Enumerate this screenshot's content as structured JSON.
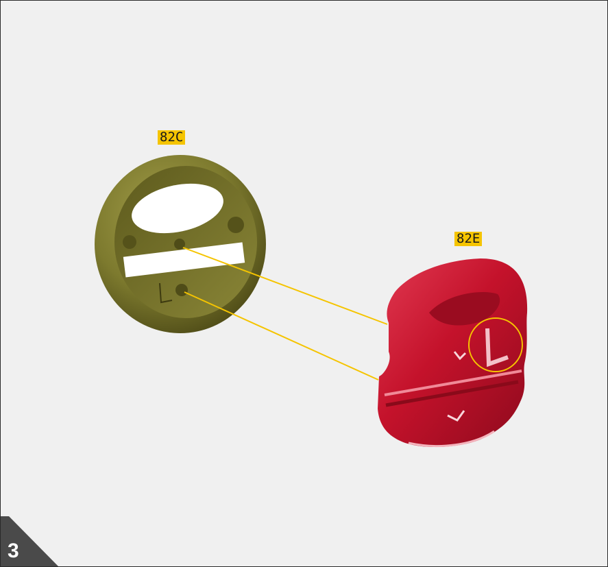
{
  "diagram": {
    "parts": [
      {
        "id": "82C",
        "label": "82C",
        "color": "#7d7a2e"
      },
      {
        "id": "82E",
        "label": "82E",
        "color": "#c4122b"
      }
    ],
    "connector_color": "#f5c400",
    "step": {
      "number": "3",
      "tab_color": "#4a4a4a"
    }
  }
}
